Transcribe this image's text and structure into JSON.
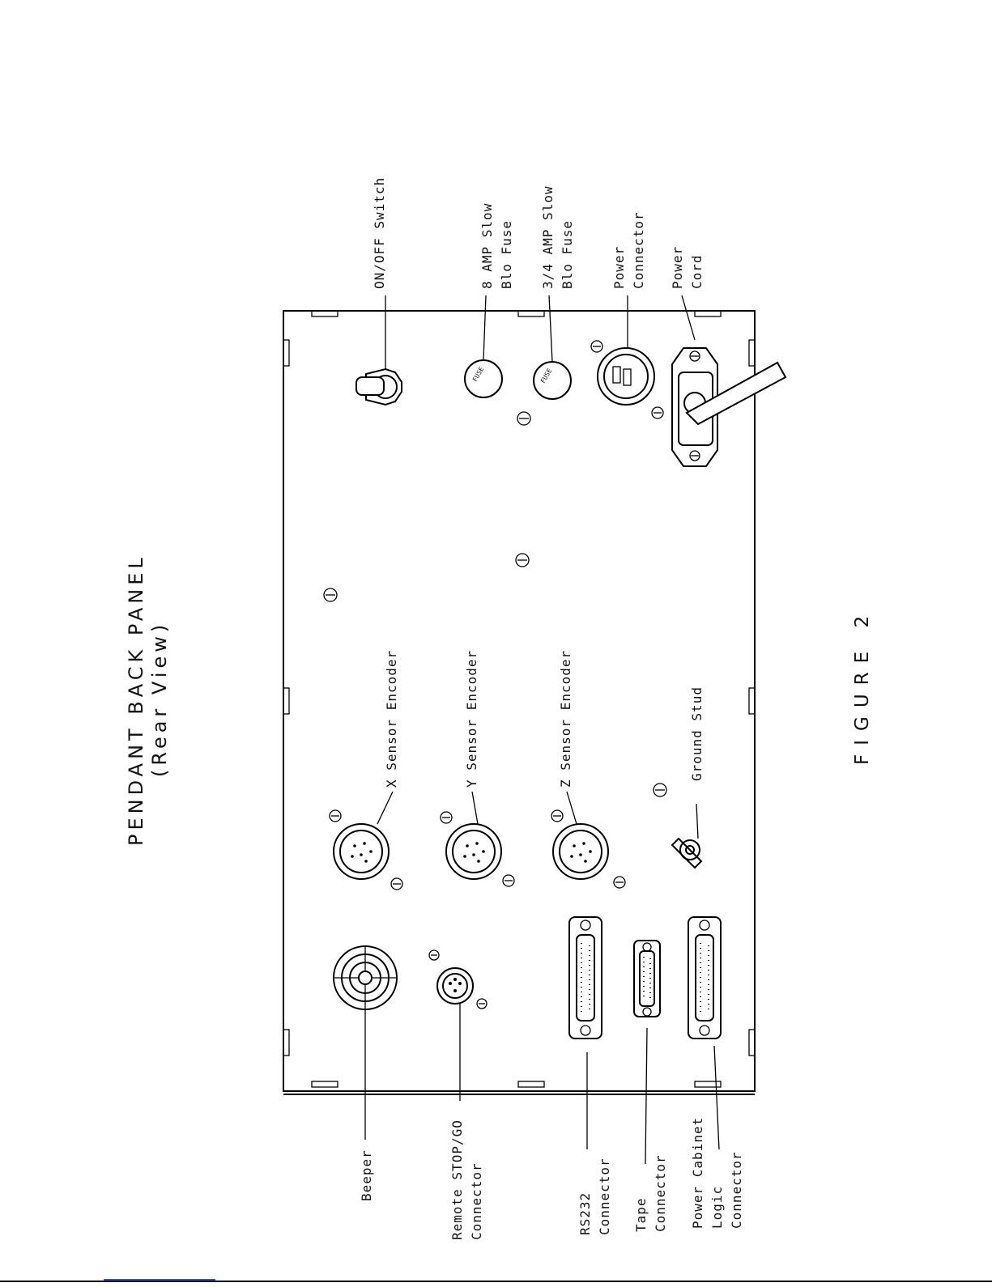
{
  "title": {
    "line1": "PENDANT BACK PANEL",
    "line2": "(Rear View)"
  },
  "figure_caption": "FIGURE 2",
  "labels": {
    "on_off_switch": "ON/OFF Switch",
    "fuse_8amp_line1": "8 AMP Slow",
    "fuse_8amp_line2": "Blo Fuse",
    "fuse_34amp_line1": "3/4 AMP Slow",
    "fuse_34amp_line2": "Blo Fuse",
    "power_connector_line1": "Power",
    "power_connector_line2": "Connector",
    "power_cord_line1": "Power",
    "power_cord_line2": "Cord",
    "x_sensor": "X Sensor Encoder",
    "y_sensor": "Y Sensor Encoder",
    "z_sensor": "Z Sensor Encoder",
    "ground_stud": "Ground Stud",
    "beeper": "Beeper",
    "remote_line1": "Remote STOP/GO",
    "remote_line2": "Connector",
    "rs232_line1": "RS232",
    "rs232_line2": "Connector",
    "tape_line1": "Tape",
    "tape_line2": "Connector",
    "pcl_line1": "Power Cabinet",
    "pcl_line2": "Logic",
    "pcl_line3": "Connector"
  },
  "fuse_glyph": "FUSE"
}
